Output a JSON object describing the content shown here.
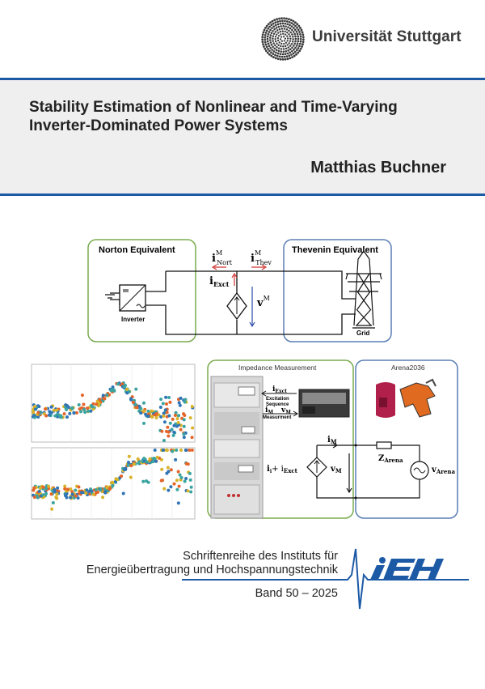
{
  "header": {
    "university": "Universität Stuttgart",
    "logo_icon": "dotted-sun-logo"
  },
  "title": {
    "line1": "Stability Estimation of Nonlinear and Time-Varying",
    "line2": "Inverter-Dominated Power Systems"
  },
  "author": "Matthias Buchner",
  "circuit_top": {
    "norton_label": "Norton Equivalent",
    "thevenin_label": "Thevenin Equivalent",
    "i_nort": "i",
    "i_nort_sup": "M",
    "i_nort_sub": "Nort",
    "i_thev": "i",
    "i_thev_sup": "M",
    "i_thev_sub": "Thev",
    "i_exct": "i",
    "i_exct_sub": "Exct",
    "v_m": "v",
    "v_m_sup": "M",
    "inverter_label": "Inverter",
    "grid_label": "Grid"
  },
  "measurement": {
    "impedance_label": "Impedance Measurement",
    "arena_label": "Arena2036",
    "i_exct": "i",
    "i_exct_sub": "Exct",
    "excitation": "Excitation",
    "sequence": "Sequence",
    "i_m": "i",
    "i_m_sub": "M",
    "v_m": "v",
    "v_m_sub": "M",
    "measurement_text": "Measurment",
    "circuit_i_m": "i",
    "circuit_i_m_sub": "M",
    "source_label": "i",
    "source_label_sub": "i",
    "source_plus": "+ i",
    "source_plus_sub": "Exct",
    "circuit_v_m": "v",
    "circuit_v_m_sub": "M",
    "z_arena": "Z",
    "z_arena_sub": "Arena",
    "v_arena": "v",
    "v_arena_sub": "Arena"
  },
  "colors": {
    "accent_blue": "#1d5aa6",
    "green_box": "#7aab4f",
    "blue_box": "#5b7fb5",
    "series_blue": "#2f74b5",
    "series_orange": "#e4642a",
    "series_yellow": "#d9b32a",
    "series_teal": "#3aa4a0"
  },
  "footer": {
    "series_line1": "Schriftenreihe des Instituts für",
    "series_line2": "Energieübertragung und Hochspannungstechnik",
    "volume": "Band 50  – 2025",
    "logo_text": "iEH"
  }
}
